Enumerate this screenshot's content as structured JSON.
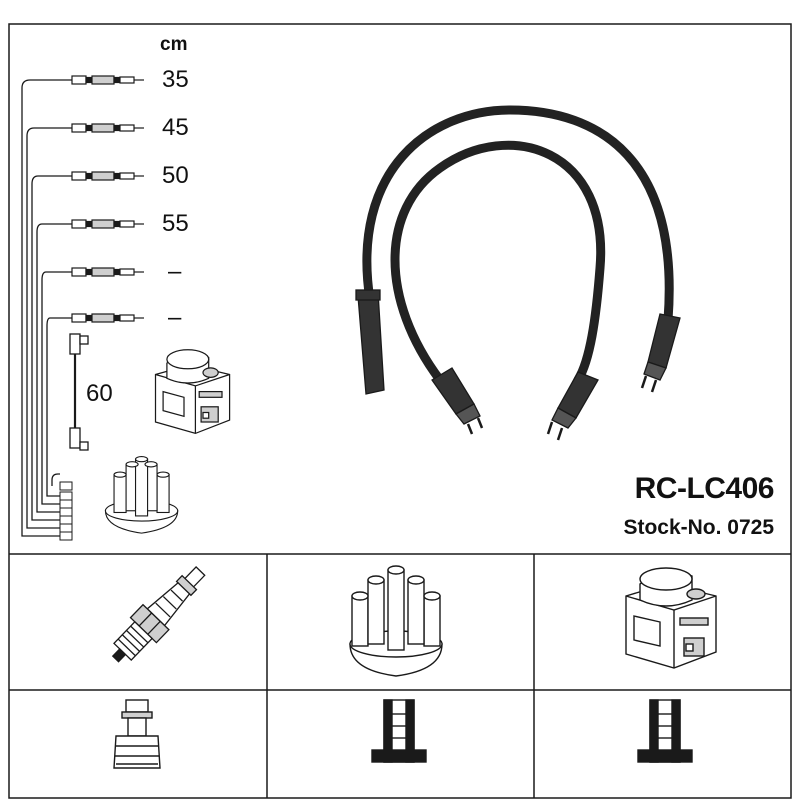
{
  "product": {
    "code": "RC-LC406",
    "stock": "Stock-No. 0725"
  },
  "lengths": {
    "unit": "cm",
    "items": [
      "35",
      "45",
      "50",
      "55",
      "–",
      "–"
    ],
    "coil_lead": "60"
  },
  "colors": {
    "line": "#1a1a1a",
    "cable": "#222222",
    "part_fill": "#ffffff",
    "part_shade": "#cfcfcf"
  }
}
